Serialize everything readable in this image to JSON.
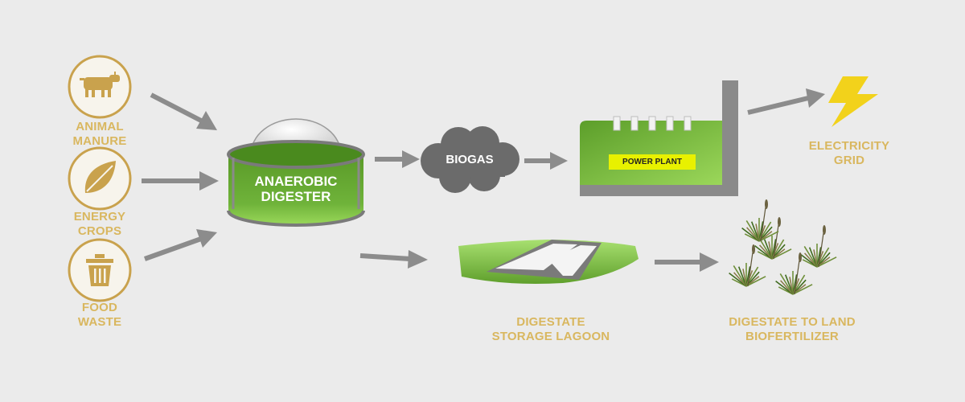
{
  "colors": {
    "background": "#ebebeb",
    "label_gold": "#d9b75f",
    "icon_gold": "#c9a24d",
    "green_dark": "#4f8f21",
    "green_light": "#8fd14f",
    "arrow_gray": "#8c8c8c",
    "cloud_gray": "#6b6b6b",
    "lightning_yellow": "#f2d21b"
  },
  "inputs": [
    {
      "icon": "cow-icon",
      "label": "ANIMAL\nMANURE"
    },
    {
      "icon": "leaf-icon",
      "label": "ENERGY\nCROPS"
    },
    {
      "icon": "trash-bin-icon",
      "label": "FOOD\nWASTE"
    }
  ],
  "digester": {
    "label": "ANAEROBIC\nDIGESTER"
  },
  "biogas": {
    "label": "BIOGAS"
  },
  "power_plant": {
    "label": "POWER PLANT"
  },
  "electricity": {
    "icon": "lightning-icon",
    "label": "ELECTRICITY\nGRID"
  },
  "lagoon": {
    "label": "DIGESTATE\nSTORAGE LAGOON"
  },
  "land": {
    "icon": "grass-tufts-icon",
    "label": "DIGESTATE TO LAND\nBIOFERTILIZER"
  }
}
